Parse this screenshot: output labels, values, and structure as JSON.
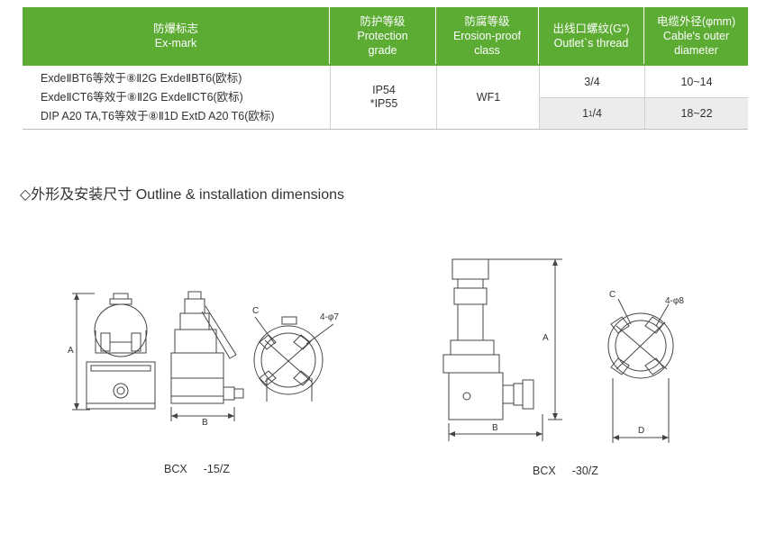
{
  "table": {
    "headers": [
      {
        "cn": "防爆标志",
        "en": "Ex-mark",
        "en2": ""
      },
      {
        "cn": "防护等级",
        "en": "Protection",
        "en2": "grade"
      },
      {
        "cn": "防腐等级",
        "en": "Erosion-proof",
        "en2": "class"
      },
      {
        "cn": "出线口螺纹(G\")",
        "en": "Outlet`s thread",
        "en2": ""
      },
      {
        "cn": "电缆外径(φmm)",
        "en": "Cable's outer",
        "en2": "diameter"
      }
    ],
    "ex_marks": [
      "ExdeⅡBT6等效于⑧Ⅱ2G ExdeⅡBT6(欧标)",
      "ExdeⅡCT6等效于⑧Ⅱ2G ExdeⅡCT6(欧标)",
      "DIP A20 TA,T6等效于⑧Ⅱ1D ExtD A20 T6(欧标)"
    ],
    "protection": [
      "IP54",
      "*IP55"
    ],
    "erosion": "WF1",
    "threads": [
      "3/4",
      "1",
      "1",
      "/4"
    ],
    "cable_diameters": [
      "10~14",
      "18~22"
    ]
  },
  "section": {
    "title": "◇外形及安装尺寸 Outline & installation dimensions"
  },
  "drawings": {
    "left": {
      "dim_a": "A",
      "dim_b": "B",
      "dim_c": "C",
      "holes": "4-φ7",
      "model_prefix": "BCX",
      "model_suffix": "-15/Z"
    },
    "right": {
      "dim_a": "A",
      "dim_b": "B",
      "dim_c": "C",
      "dim_d": "D",
      "holes": "4-φ8",
      "model_prefix": "BCX",
      "model_suffix": "-30/Z"
    }
  },
  "colors": {
    "header_green": "#5cac34",
    "alt_row": "#ececec"
  }
}
